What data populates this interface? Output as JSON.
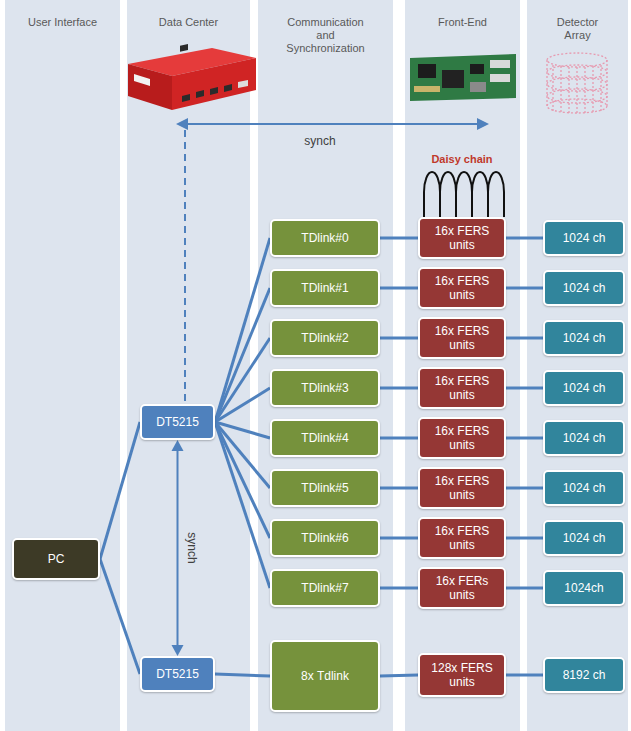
{
  "diagram": {
    "nodes": [
      {
        "text": [
          "User Interface"
        ]
      },
      {
        "text": [
          "Data Center"
        ]
      },
      {
        "text": [
          "Communication and Synchronization"
        ]
      },
      {
        "text": [
          "Front-End"
        ]
      },
      {
        "text": [
          "Detector Array"
        ]
      },
      {
        "text": [
          "PC"
        ],
        "in": 0
      },
      {
        "text": [
          "DT5215"
        ],
        "in": 1
      },
      {
        "text": [
          "DT5215"
        ],
        "in": 1
      },
      {
        "text": [
          "TDlink#0"
        ],
        "in": 2
      },
      {
        "text": [
          "TDlink#1"
        ],
        "in": 2
      },
      {
        "text": [
          "TDlink#2"
        ],
        "in": 2
      },
      {
        "text": [
          "TDlink#3"
        ],
        "in": 2
      },
      {
        "text": [
          "TDlink#4"
        ],
        "in": 2
      },
      {
        "text": [
          "TDlink#5"
        ],
        "in": 2
      },
      {
        "text": [
          "TDlink#6"
        ],
        "in": 2
      },
      {
        "text": [
          "TDlink#7"
        ],
        "in": 2
      },
      {
        "text": [
          "8x Tdlink"
        ],
        "in": 2
      },
      {
        "text": [
          "16x FERS units"
        ],
        "in": 3
      },
      {
        "text": [
          "16x FERS units"
        ],
        "in": 3
      },
      {
        "text": [
          "16x FERS units"
        ],
        "in": 3
      },
      {
        "text": [
          "16x FERS units"
        ],
        "in": 3
      },
      {
        "text": [
          "16x FERS units"
        ],
        "in": 3
      },
      {
        "text": [
          "16x FERS units"
        ],
        "in": 3
      },
      {
        "text": [
          "16x FERS units"
        ],
        "in": 3
      },
      {
        "text": [
          "16x FERs units"
        ],
        "in": 3
      },
      {
        "text": [
          "128x FERS units"
        ],
        "in": 3
      },
      {
        "text": [
          "1024 ch"
        ],
        "in": 4
      },
      {
        "text": [
          "1024 ch"
        ],
        "in": 4
      },
      {
        "text": [
          "1024 ch"
        ],
        "in": 4
      },
      {
        "text": [
          "1024 ch"
        ],
        "in": 4
      },
      {
        "text": [
          "1024 ch"
        ],
        "in": 4
      },
      {
        "text": [
          "1024 ch"
        ],
        "in": 4
      },
      {
        "text": [
          "1024 ch"
        ],
        "in": 4
      },
      {
        "text": [
          "1024ch"
        ],
        "in": 4
      },
      {
        "text": [
          "8192 ch"
        ],
        "in": 4
      }
    ],
    "edges": [
      {
        "from": 5,
        "to": 6,
        "arrow": "none"
      },
      {
        "from": 5,
        "to": 7,
        "arrow": "none"
      },
      {
        "from": 6,
        "to": 7,
        "arrow": "both",
        "label": "synch"
      },
      {
        "from": 6,
        "to": 8,
        "arrow": "none"
      },
      {
        "from": 6,
        "to": 9,
        "arrow": "none"
      },
      {
        "from": 6,
        "to": 10,
        "arrow": "none"
      },
      {
        "from": 6,
        "to": 11,
        "arrow": "none"
      },
      {
        "from": 6,
        "to": 12,
        "arrow": "none"
      },
      {
        "from": 6,
        "to": 13,
        "arrow": "none"
      },
      {
        "from": 6,
        "to": 14,
        "arrow": "none"
      },
      {
        "from": 6,
        "to": 15,
        "arrow": "none"
      },
      {
        "from": 8,
        "to": 17,
        "arrow": "none"
      },
      {
        "from": 9,
        "to": 18,
        "arrow": "none"
      },
      {
        "from": 10,
        "to": 19,
        "arrow": "none"
      },
      {
        "from": 11,
        "to": 20,
        "arrow": "none"
      },
      {
        "from": 12,
        "to": 21,
        "arrow": "none"
      },
      {
        "from": 13,
        "to": 22,
        "arrow": "none"
      },
      {
        "from": 14,
        "to": 23,
        "arrow": "none"
      },
      {
        "from": 15,
        "to": 24,
        "arrow": "none"
      },
      {
        "from": 17,
        "to": 26,
        "arrow": "none"
      },
      {
        "from": 18,
        "to": 27,
        "arrow": "none"
      },
      {
        "from": 19,
        "to": 28,
        "arrow": "none"
      },
      {
        "from": 20,
        "to": 29,
        "arrow": "none"
      },
      {
        "from": 21,
        "to": 30,
        "arrow": "none"
      },
      {
        "from": 22,
        "to": 31,
        "arrow": "none"
      },
      {
        "from": 23,
        "to": 32,
        "arrow": "none"
      },
      {
        "from": 24,
        "to": 33,
        "arrow": "none"
      },
      {
        "from": 7,
        "to": 16,
        "arrow": "none"
      },
      {
        "from": 16,
        "to": 25,
        "arrow": "none"
      },
      {
        "from": 25,
        "to": 34,
        "arrow": "none"
      }
    ],
    "labels": [
      "synch",
      "Daisy chain"
    ]
  }
}
